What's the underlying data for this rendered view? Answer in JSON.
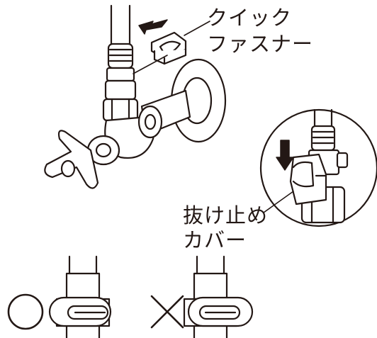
{
  "labels": {
    "quick_fastener_line1": "クイック",
    "quick_fastener_line2": "ファスナー",
    "cover_line1": "抜け止め",
    "cover_line2": "カバー"
  },
  "marks": {
    "correct": "○",
    "incorrect": "×"
  },
  "colors": {
    "ink": "#231815",
    "background": "#ffffff"
  }
}
